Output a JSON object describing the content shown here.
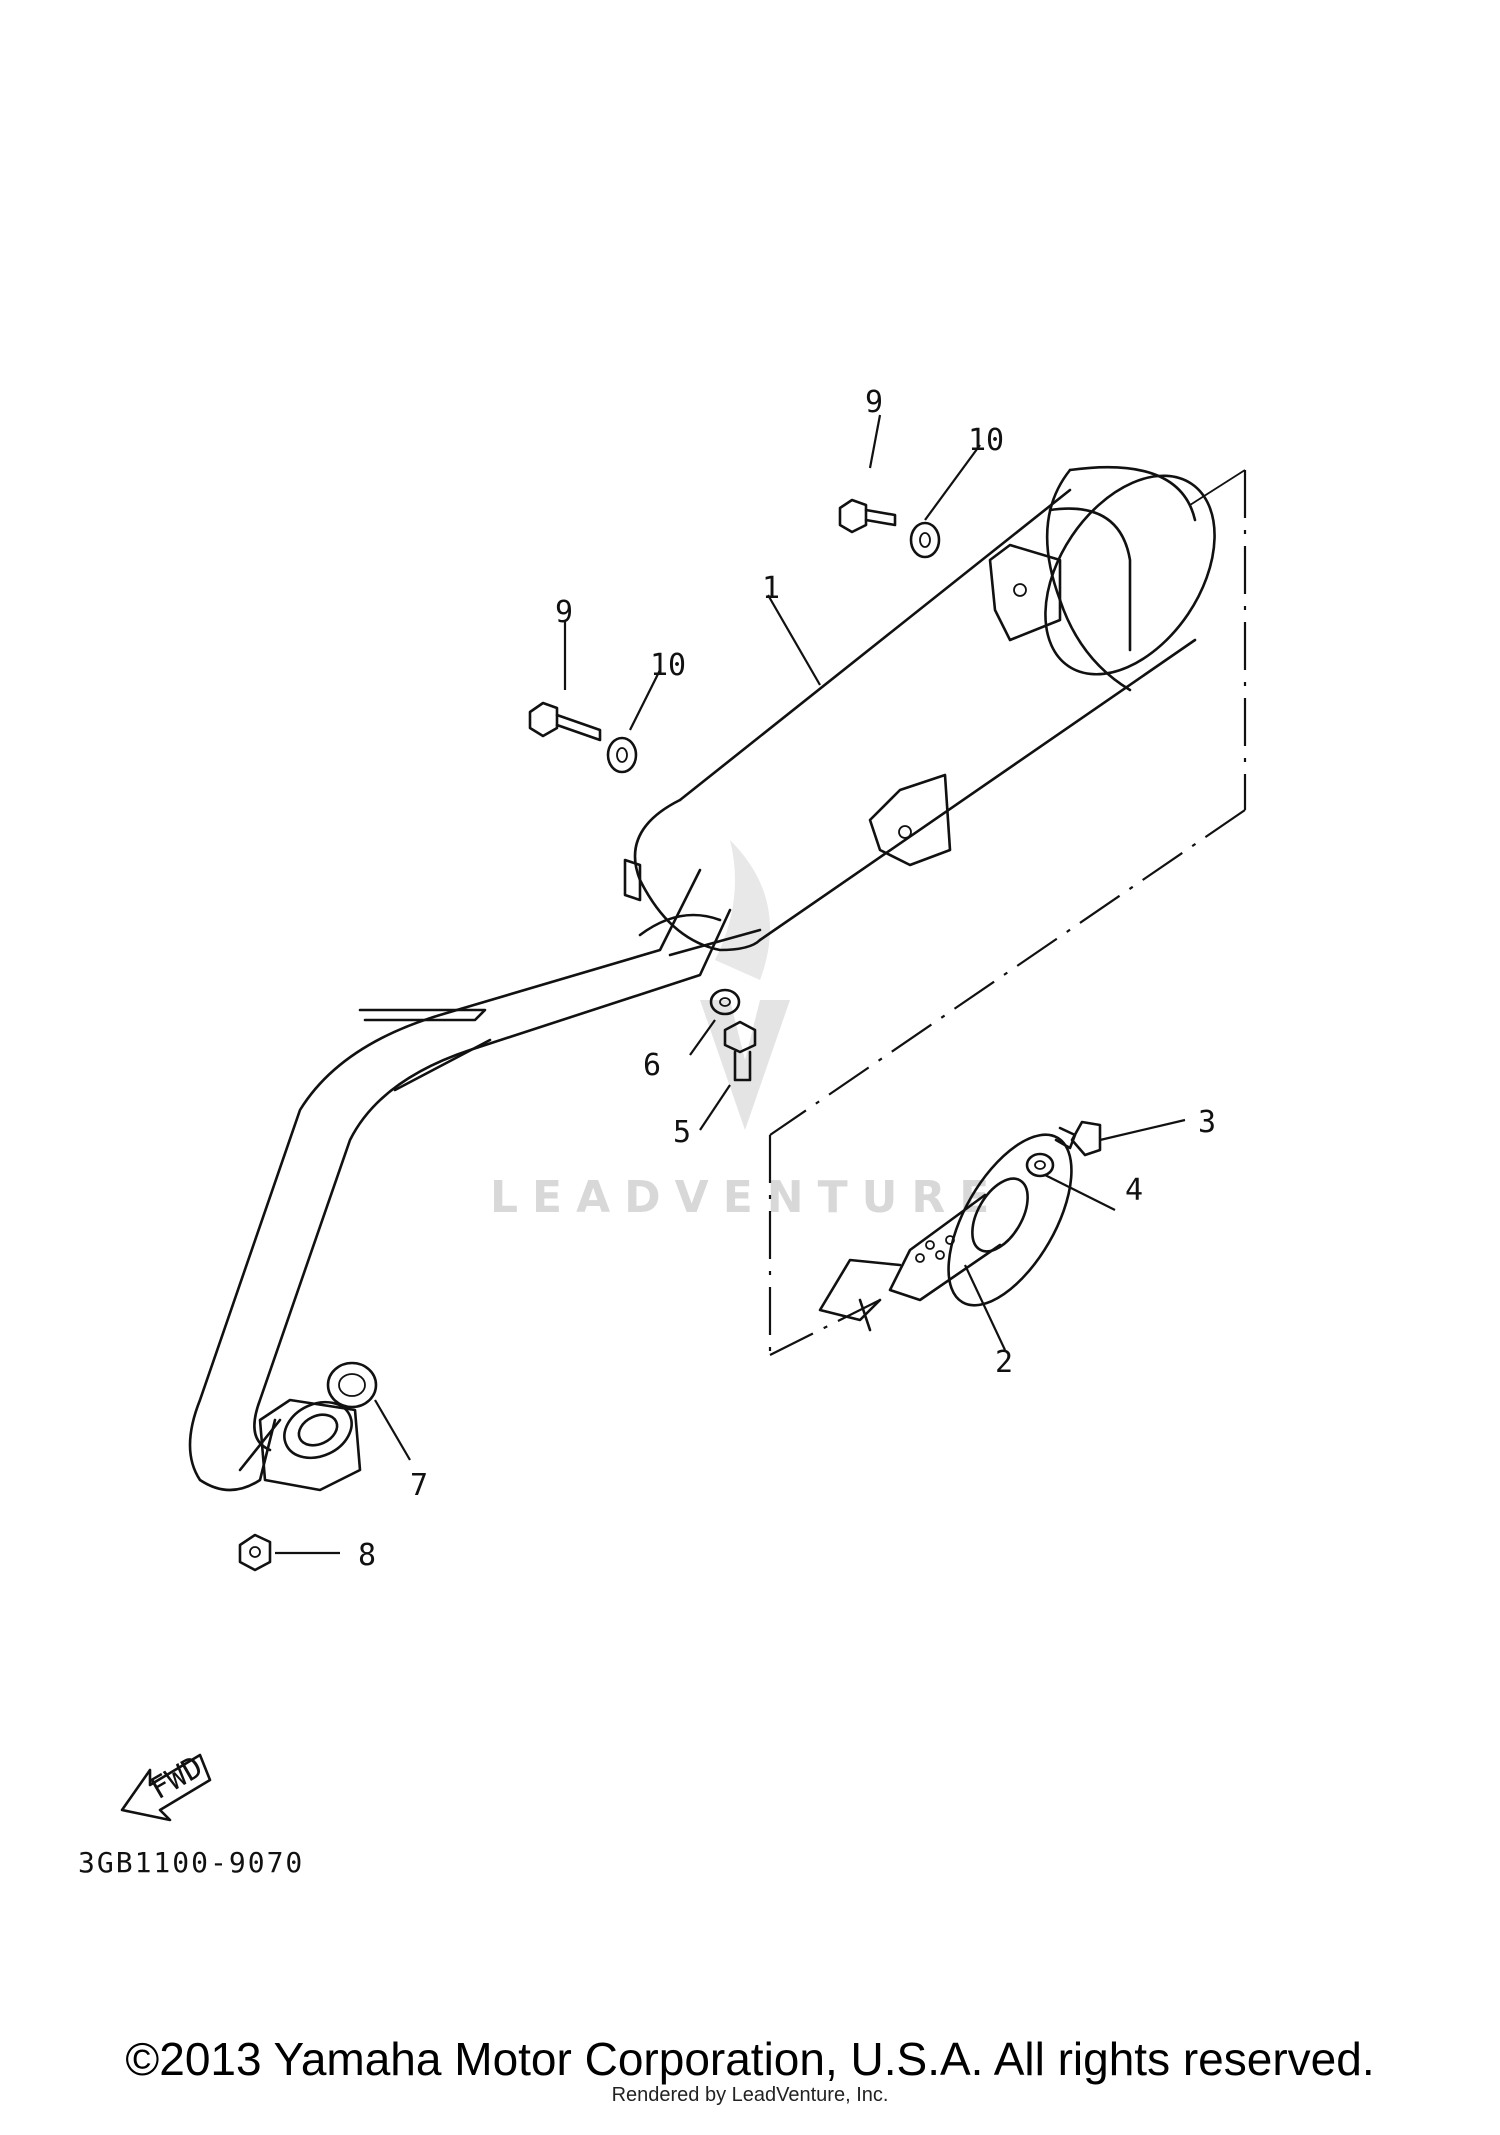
{
  "callouts": {
    "c1": "1",
    "c2": "2",
    "c3": "3",
    "c4": "4",
    "c5": "5",
    "c6": "6",
    "c7": "7",
    "c8": "8",
    "c9a": "9",
    "c9b": "9",
    "c10a": "10",
    "c10b": "10"
  },
  "fwd_label": "FWD",
  "diagram_code": "3GB1100-9070",
  "watermark": "LEADVENTURE",
  "footer": {
    "copyright": "©2013 Yamaha Motor Corporation, U.S.A. All rights reserved.",
    "rendered_by": "Rendered by LeadVenture, Inc."
  }
}
